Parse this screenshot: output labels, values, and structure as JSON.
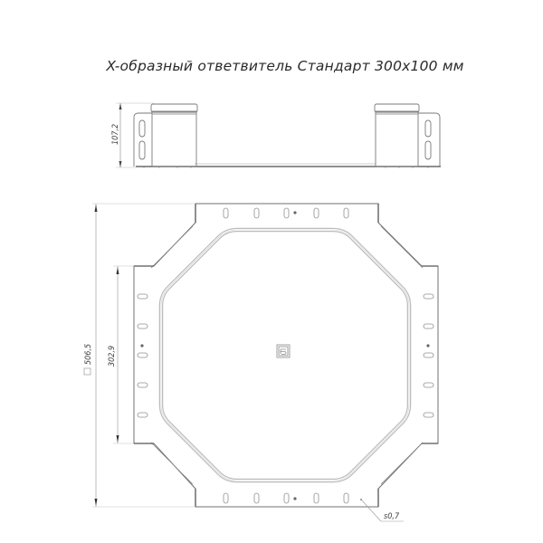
{
  "title": "X-образный ответвитель Стандарт 300x100 мм",
  "side_view": {
    "height_dimension": "107,2"
  },
  "top_view": {
    "overall_dimension": "506,5",
    "overall_dimension_symbol": "square",
    "inner_dimension": "302,9",
    "thickness_label": "s0,7",
    "logo_icon": "manufacturer-logo-icon"
  },
  "colors": {
    "line": "#6f6f6f",
    "line_dark": "#555555",
    "dimension": "#9a9a9a",
    "inner_channel": "#bdbdbd",
    "text": "#333333"
  }
}
